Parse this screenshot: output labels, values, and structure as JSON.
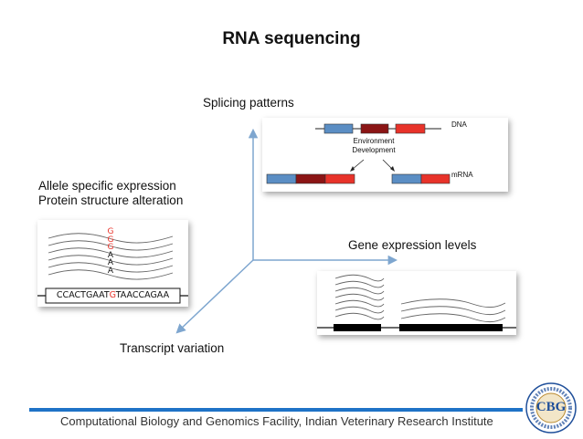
{
  "title": "RNA sequencing",
  "axes": {
    "vertical": "Splicing patterns",
    "horizontal": "Gene expression levels",
    "diagonal": "Transcript variation"
  },
  "allele_panel": {
    "heading_line1": "Allele specific expression",
    "heading_line2": "Protein structure alteration",
    "sequence_prefix": "CCACTGAAT",
    "sequence_variant": "G",
    "sequence_suffix": "TAACCAGAA",
    "read_bases": [
      "G",
      "G",
      "G",
      "A",
      "A",
      "A"
    ]
  },
  "splicing_panel": {
    "dna_label": "DNA",
    "mrna_label": "mRNA",
    "condition_line1": "Environment",
    "condition_line2": "Development"
  },
  "footer": {
    "text": "Computational Biology and Genomics Facility, Indian Veterinary Research Institute",
    "logo_text": "CBG"
  },
  "colors": {
    "arrow": "#7ea6cf",
    "exon_blue": "#5b8ec4",
    "exon_dark_red": "#8b1515",
    "exon_red": "#e8332a",
    "variant_red": "#e8332a",
    "footer_bar": "#1f73c7"
  }
}
